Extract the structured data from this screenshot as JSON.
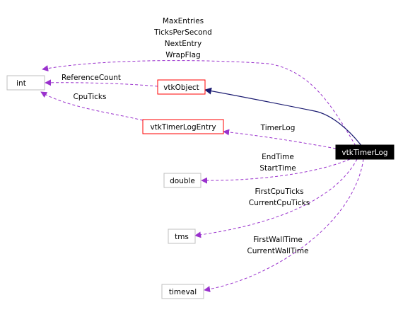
{
  "colors": {
    "background": "#ffffff",
    "node_border_plain": "#bfbfbf",
    "node_border_class": "#ff0000",
    "node_fill_main": "#000000",
    "usage_edge": "#9a32cd",
    "inherit_edge": "#191970"
  },
  "nodes": {
    "int": "int",
    "vtkObject": "vtkObject",
    "vtkTimerLogEntry": "vtkTimerLogEntry",
    "vtkTimerLog": "vtkTimerLog",
    "double": "double",
    "tms": "tms",
    "timeval": "timeval"
  },
  "edge_labels": {
    "max_entries": "MaxEntries",
    "ticks_per_second": "TicksPerSecond",
    "next_entry": "NextEntry",
    "wrap_flag": "WrapFlag",
    "reference_count": "ReferenceCount",
    "cpu_ticks": "CpuTicks",
    "timer_log": "TimerLog",
    "end_time": "EndTime",
    "start_time": "StartTime",
    "first_cpu_ticks": "FirstCpuTicks",
    "current_cpu_ticks": "CurrentCpuTicks",
    "first_wall_time": "FirstWallTime",
    "current_wall_time": "CurrentWallTime"
  }
}
